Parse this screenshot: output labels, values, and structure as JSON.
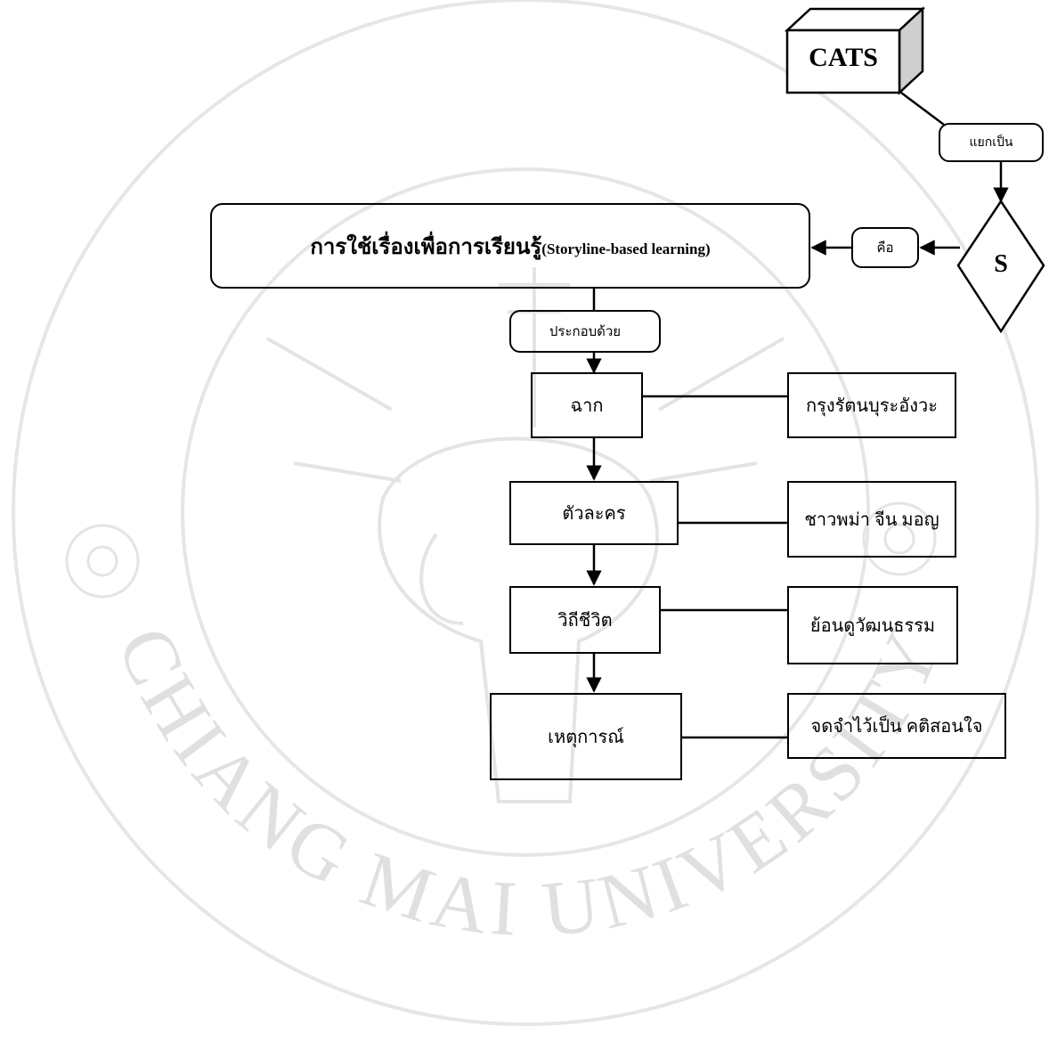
{
  "watermark": {
    "arc_text": "CHIANG MAI UNIVERSITY",
    "color": "#d9d9d9"
  },
  "diagram": {
    "cats": "CATS",
    "split_label": "แยกเป็น",
    "s_label": "S",
    "is_label": "คือ",
    "main_thai": "การใช้เรื่องเพื่อการเรียนรู้",
    "main_english": "(Storyline-based learning)",
    "consists_label": "ประกอบด้วย",
    "elements": [
      {
        "name": "ฉาก",
        "detail": "กรุงรัตนบุระอังวะ"
      },
      {
        "name": "ตัวละคร",
        "detail": "ชาวพม่า จีน มอญ"
      },
      {
        "name": "วิถีชีวิต",
        "detail": "ย้อนดูวัฒนธรรม"
      },
      {
        "name": "เหตุการณ์",
        "detail": "จดจำไว้เป็น คติสอนใจ"
      }
    ]
  }
}
